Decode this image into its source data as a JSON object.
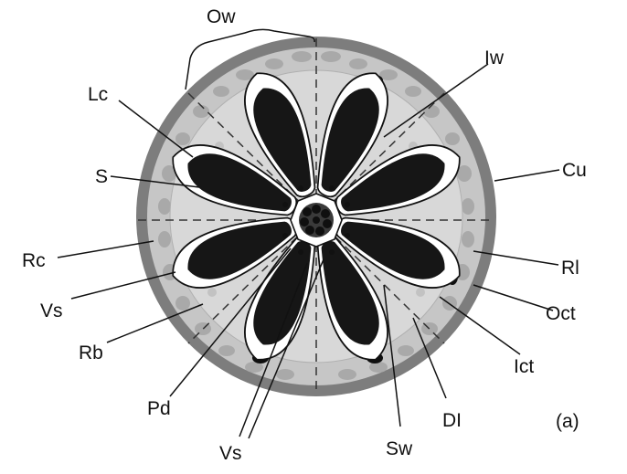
{
  "figure": {
    "panel_label": "(a)",
    "labels": {
      "ow": "Ow",
      "iw": "Iw",
      "lc": "Lc",
      "s": "S",
      "cu": "Cu",
      "rc": "Rc",
      "rl": "Rl",
      "vs_left": "Vs",
      "oct": "Oct",
      "rb": "Rb",
      "ict": "Ict",
      "pd": "Pd",
      "di": "DI",
      "vs_bottom": "Vs",
      "sw": "Sw"
    }
  },
  "colors": {
    "outer_rim": "#7d7d7d",
    "cortex": "#c6c6c6",
    "spots": "#a9a9a9",
    "inner_zone": "#d8d8d8",
    "locule_fill": "#161616",
    "locule_wall": "#ffffff",
    "line": "#111111"
  }
}
